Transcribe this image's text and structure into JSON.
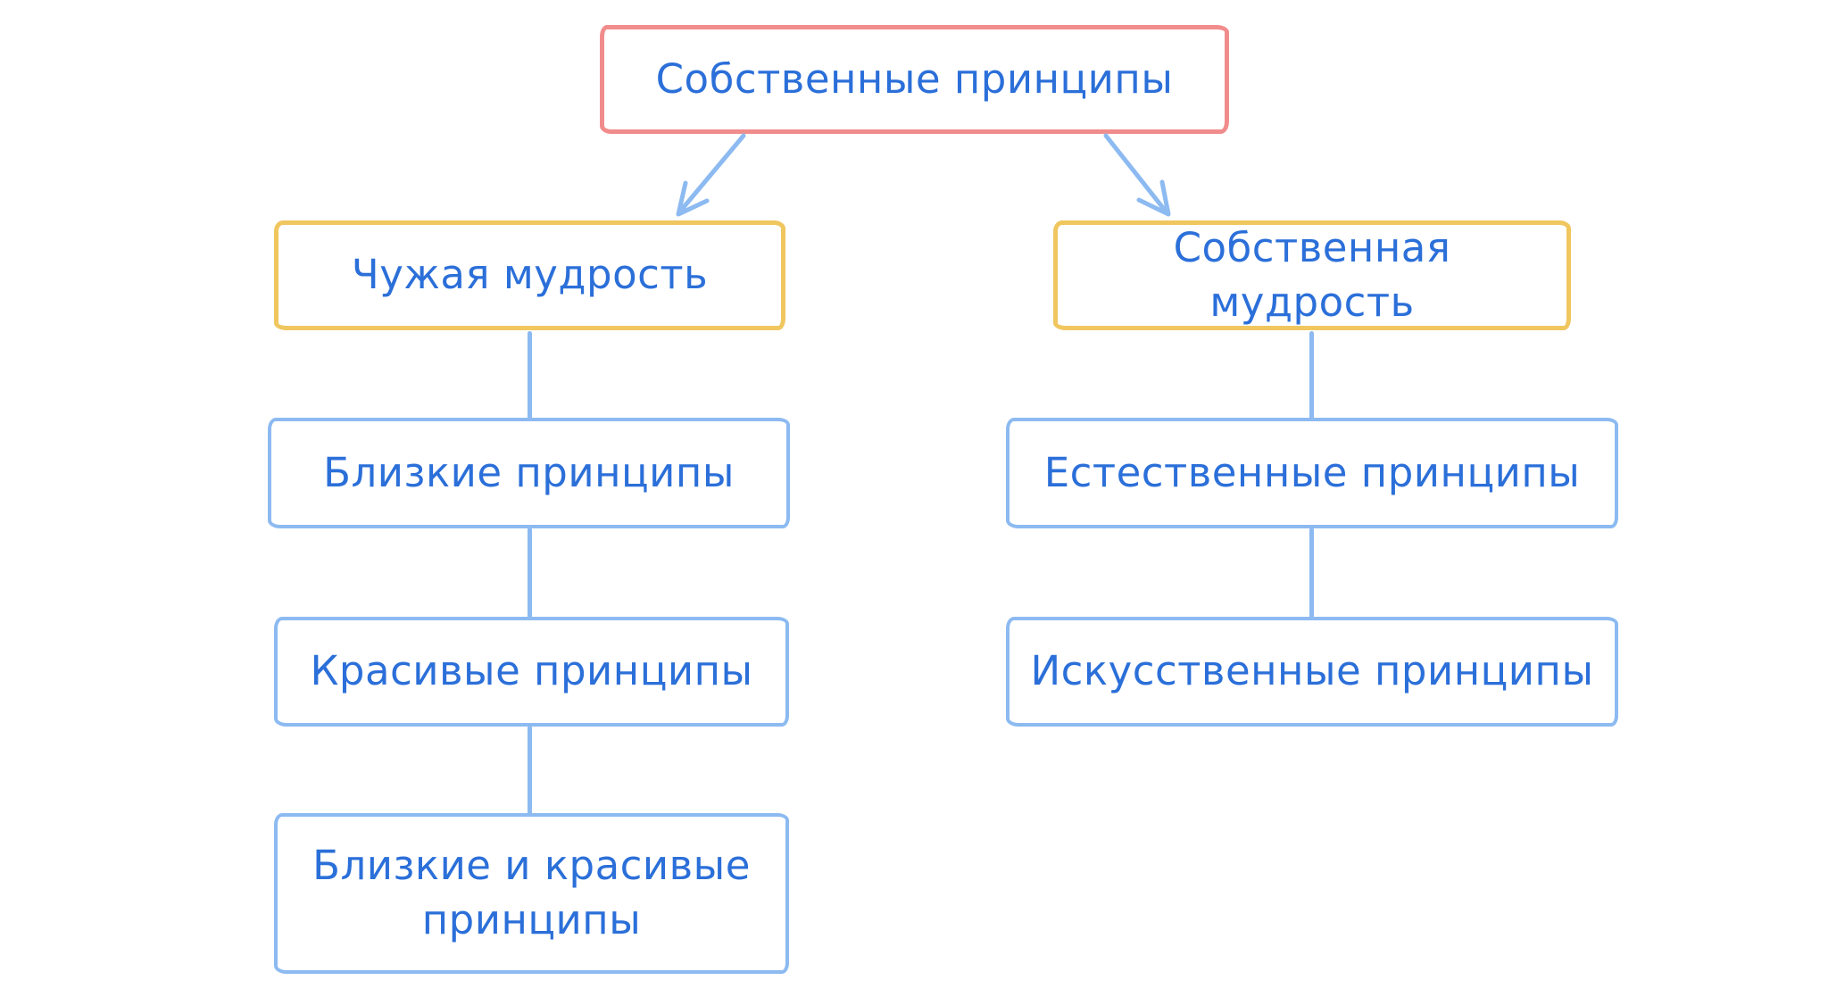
{
  "colors": {
    "root-border": "#F18C8C",
    "level1-border": "#F0C65F",
    "node-border": "#8CBAF1",
    "connector": "#8CBAF1",
    "text": "#2B6FD9",
    "background": "#FFFFFF"
  },
  "diagram": {
    "root": {
      "label": "Собственные принципы"
    },
    "branches": [
      {
        "head": {
          "label": "Чужая мудрость"
        },
        "children": [
          {
            "label": "Близкие принципы"
          },
          {
            "label": "Красивые принципы"
          },
          {
            "label": "Близкие и красивые принципы"
          }
        ]
      },
      {
        "head": {
          "label": "Собственная мудрость"
        },
        "children": [
          {
            "label": "Естественные принципы"
          },
          {
            "label": "Искусственные принципы"
          }
        ]
      }
    ]
  }
}
